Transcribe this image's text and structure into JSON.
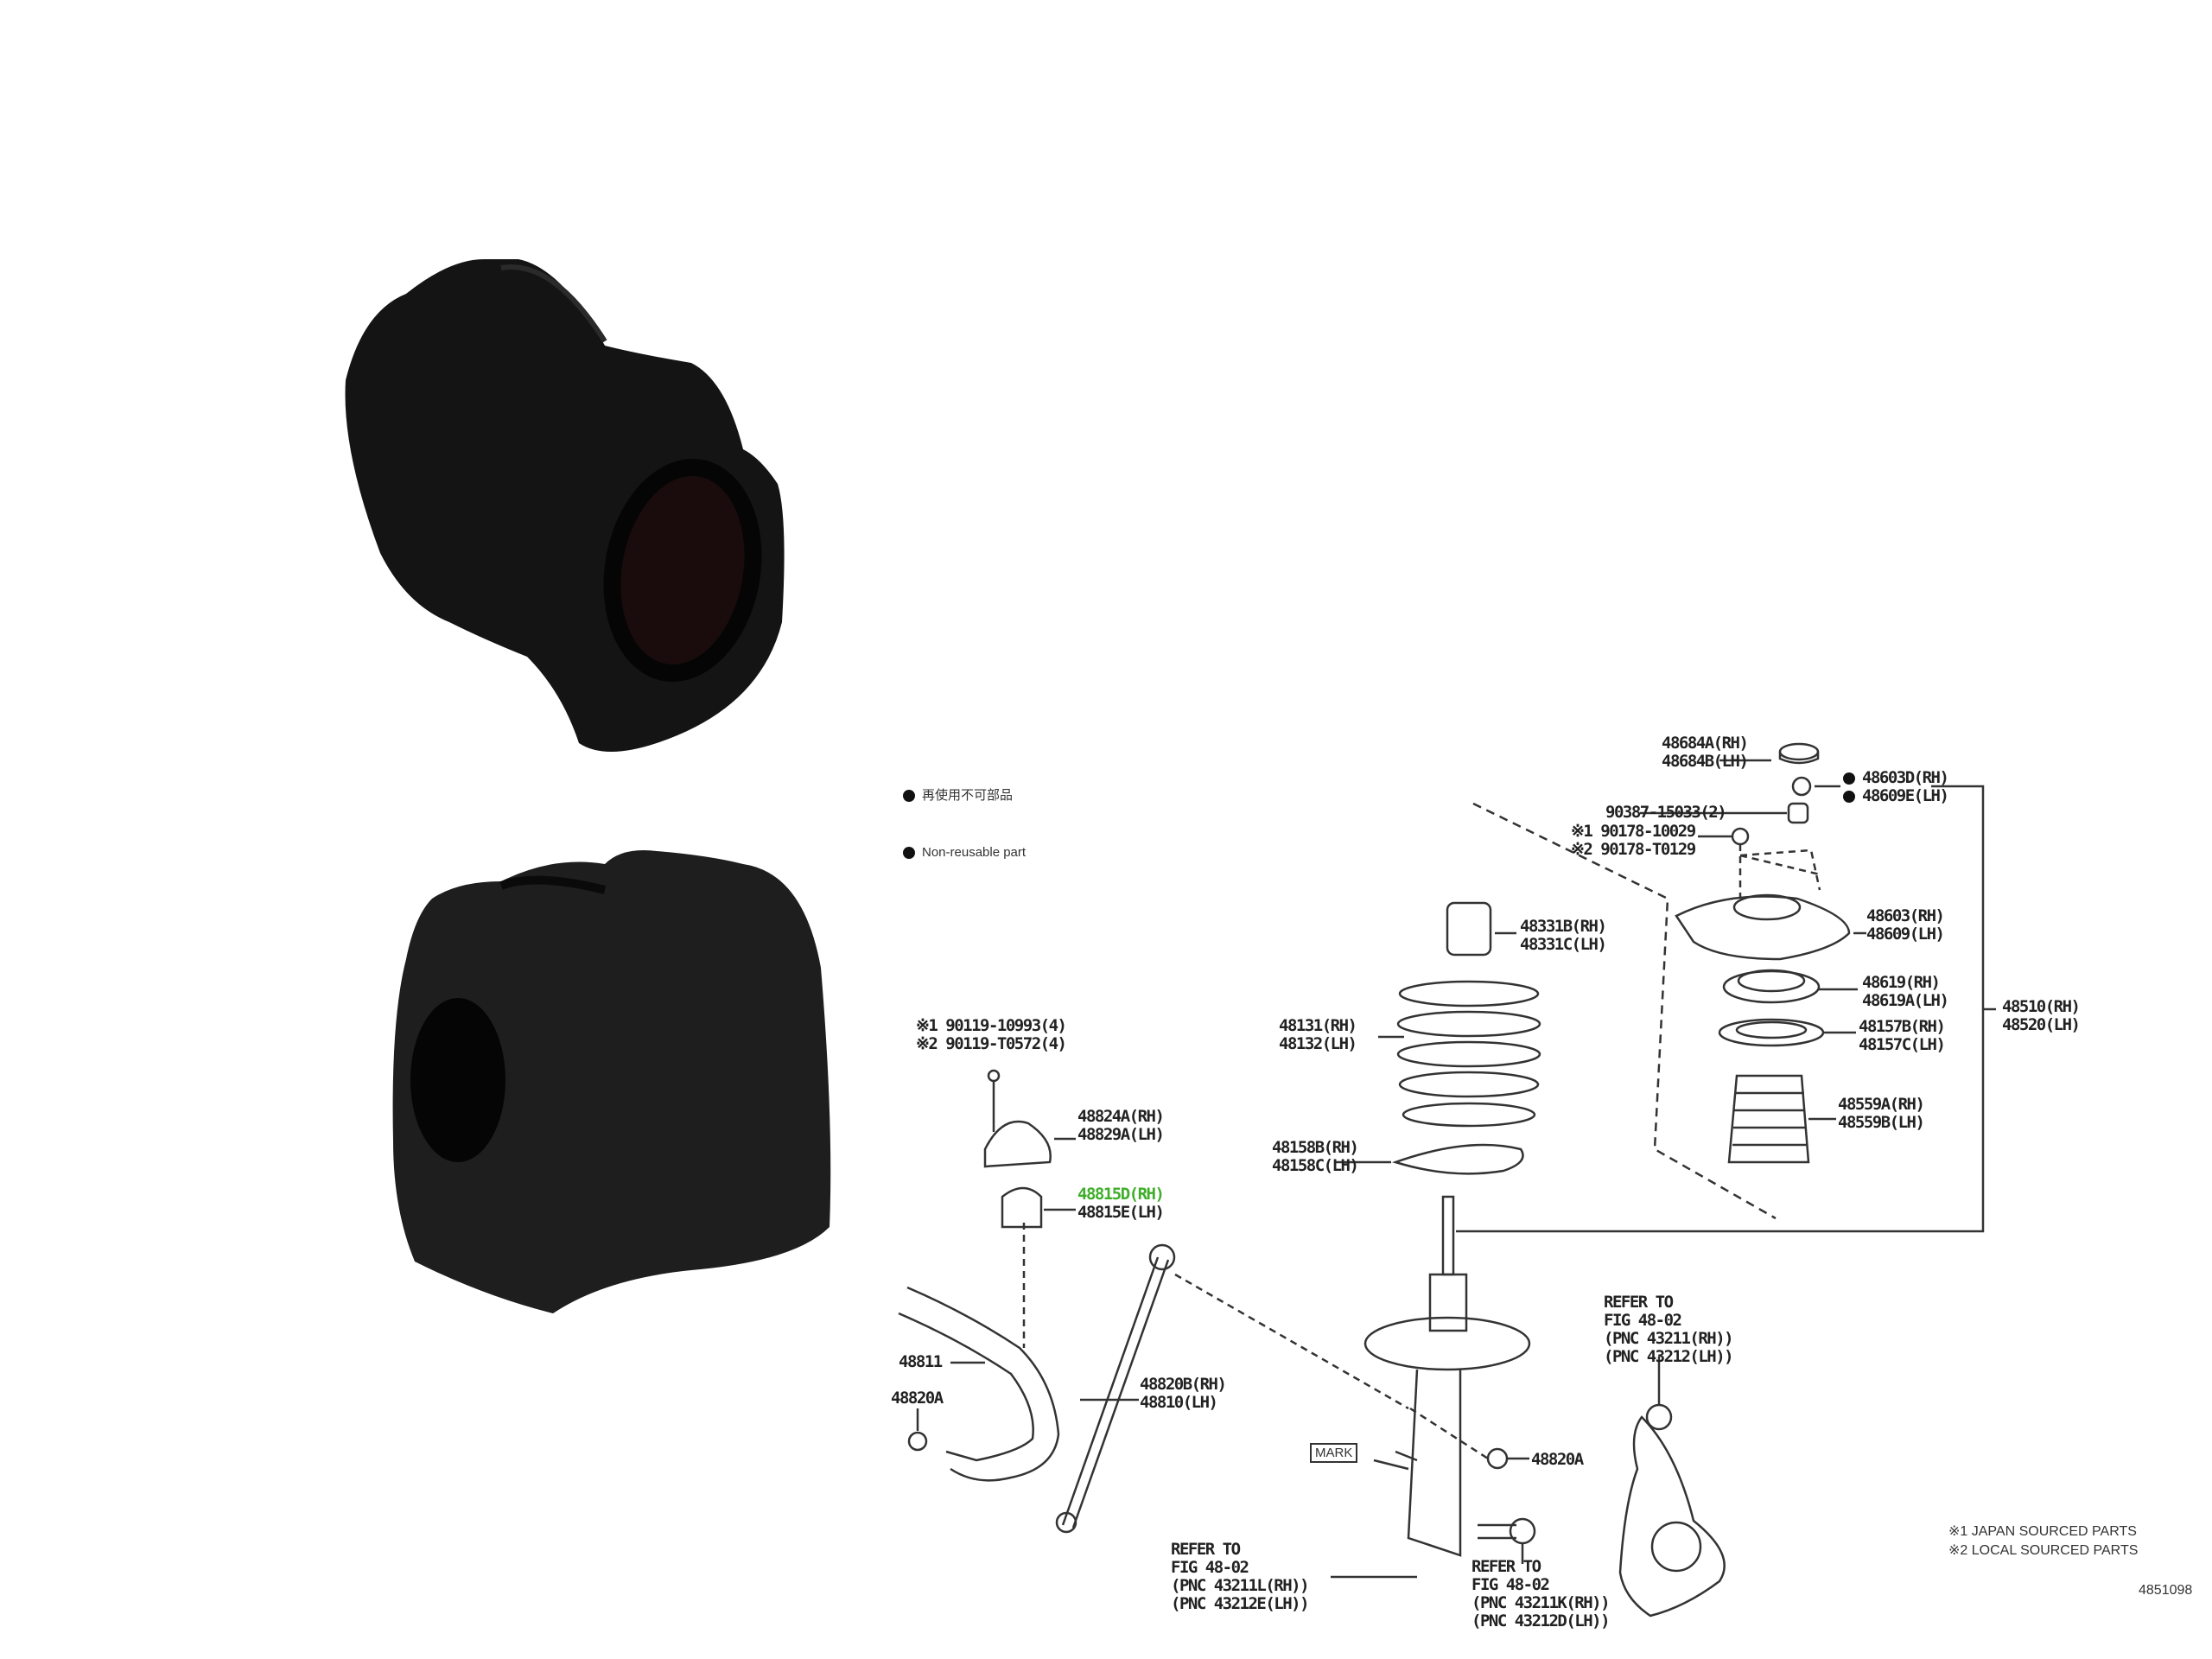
{
  "legend": {
    "jp": "再使用不可部品",
    "en": "Non-reusable part"
  },
  "parts": {
    "p48684": [
      "48684A(RH)",
      "48684B(LH)"
    ],
    "p48603d": [
      "48603D(RH)",
      "48609E(LH)"
    ],
    "p90387": "90387-15033(2)",
    "p90178": [
      "※1 90178-10029",
      "※2 90178-T0129"
    ],
    "p48331": [
      "48331B(RH)",
      "48331C(LH)"
    ],
    "p48603": [
      "48603(RH)",
      "48609(LH)"
    ],
    "p48619": [
      "48619(RH)",
      "48619A(LH)"
    ],
    "p48157": [
      "48157B(RH)",
      "48157C(LH)"
    ],
    "p48510": [
      "48510(RH)",
      "48520(LH)"
    ],
    "p48559": [
      "48559A(RH)",
      "48559B(LH)"
    ],
    "p48131": [
      "48131(RH)",
      "48132(LH)"
    ],
    "p48158": [
      "48158B(RH)",
      "48158C(LH)"
    ],
    "p90119": [
      "※1 90119-10993(4)",
      "※2 90119-T0572(4)"
    ],
    "p48824": [
      "48824A(RH)",
      "48829A(LH)"
    ],
    "p48815": [
      "48815D(RH)",
      "48815E(LH)"
    ],
    "p48811": "48811",
    "p48820a_left": "48820A",
    "p48820a_right": "48820A",
    "p48820b": [
      "48820B(RH)",
      "48810(LH)"
    ],
    "refer_knuckle": [
      "REFER TO",
      "FIG 48-02",
      "(PNC 43211(RH))",
      "(PNC 43212(LH))"
    ],
    "refer_nut": [
      "REFER TO",
      "FIG 48-02",
      "(PNC 43211L(RH))",
      "(PNC 43212E(LH))"
    ],
    "refer_bolt": [
      "REFER TO",
      "FIG 48-02",
      "(PNC 43211K(RH))",
      "(PNC 43212D(LH))"
    ],
    "mark": "MARK"
  },
  "notes": [
    "※1 JAPAN SOURCED PARTS",
    "※2 LOCAL SOURCED PARTS"
  ],
  "figure_id": "4851098",
  "colors": {
    "highlight": "#3fae2a",
    "rubber": "#141414"
  }
}
